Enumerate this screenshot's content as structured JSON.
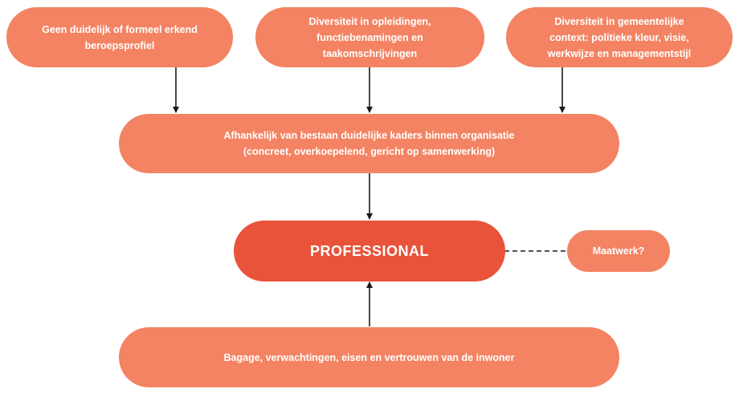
{
  "colors": {
    "node_fill": "#F38362",
    "core_fill": "#E8533A",
    "text": "#ffffff",
    "connector": "#1a1a1a"
  },
  "nodes": {
    "profile": "Geen duidelijk of formeel erkend\nberoepsprofiel",
    "training": "Diversiteit in opleidingen,\nfunctiebenamingen en\ntaakomschrijvingen",
    "context": "Diversiteit in gemeentelijke\ncontext: politieke kleur, visie,\nwerkwijze en managementstijl",
    "frameworks": "Afhankelijk van bestaan duidelijke kaders binnen organisatie\n(concreet, overkoepelend, gericht op samenwerking)",
    "professional": "PROFESSIONAL",
    "custom": "Maatwerk?",
    "resident": "Bagage, verwachtingen, eisen en vertrouwen van de inwoner"
  }
}
